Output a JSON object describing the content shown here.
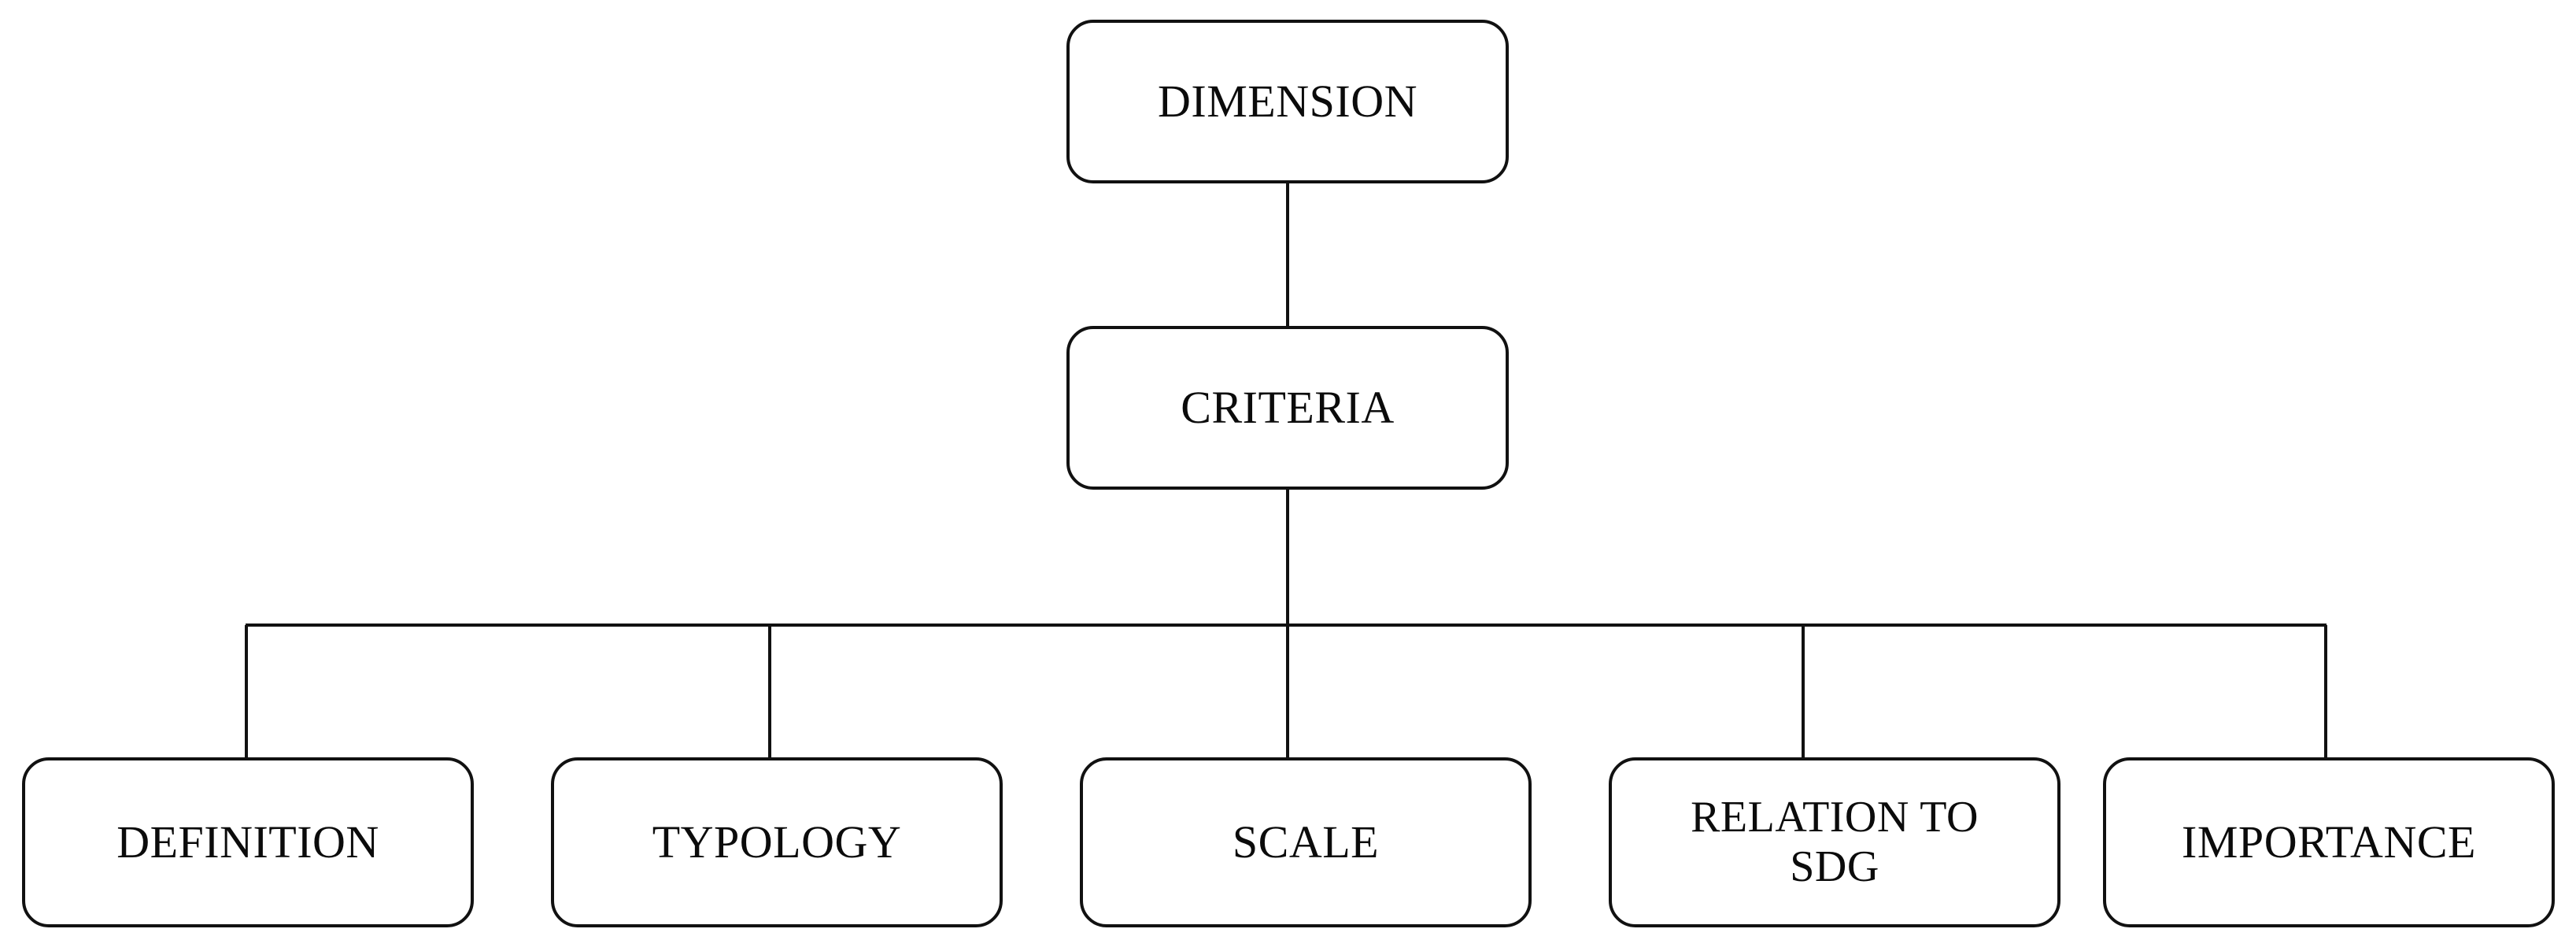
{
  "diagram": {
    "type": "hierarchy-tree",
    "orientation": "top-down",
    "background_color": "#ffffff",
    "line_color": "#111111",
    "text_color": "#0b0b0b",
    "levels": 3,
    "root": {
      "id": "dimension",
      "label": "DIMENSION"
    },
    "middle": {
      "id": "criteria",
      "label": "CRITERIA"
    },
    "leaves": [
      {
        "id": "definition",
        "label": "DEFINITION"
      },
      {
        "id": "typology",
        "label": "TYPOLOGY"
      },
      {
        "id": "scale",
        "label": "SCALE"
      },
      {
        "id": "relation-sdg",
        "label": "RELATION TO\nSDG"
      },
      {
        "id": "importance",
        "label": "IMPORTANCE"
      }
    ],
    "edges": [
      {
        "from": "dimension",
        "to": "criteria"
      },
      {
        "from": "criteria",
        "to": "definition"
      },
      {
        "from": "criteria",
        "to": "typology"
      },
      {
        "from": "criteria",
        "to": "scale"
      },
      {
        "from": "criteria",
        "to": "relation-sdg"
      },
      {
        "from": "criteria",
        "to": "importance"
      }
    ]
  }
}
